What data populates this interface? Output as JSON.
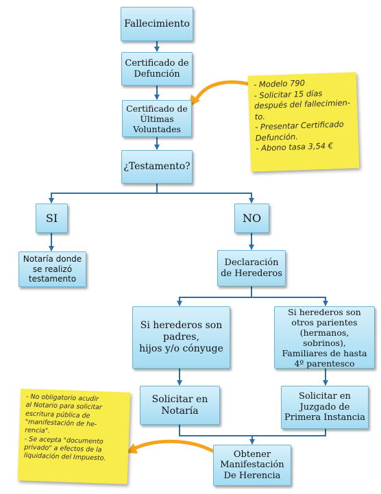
{
  "colors": {
    "connector": "#2a6fa8",
    "box_top": "#d6f0fb",
    "box_bottom": "#a4dbf2",
    "note": "#f8ec4a",
    "callout_arrow": "#f5a21c"
  },
  "nodes": {
    "fallecimiento": "Fallecimiento",
    "certificado_defuncion": "Certificado de\nDefunción",
    "certificado_ultimas_voluntades": "Certificado de\nÚltimas\nVoluntades",
    "testamento": "¿Testamento?",
    "si": "SI",
    "no": "NO",
    "notaria_testamento": "Notaría donde\nse realizó\ntestamento",
    "declaracion_herederos": "Declaración\nde Herederos",
    "herederos_padres": "Si herederos son\npadres,\nhijos y/o cónyuge",
    "herederos_otros": "Si herederos son\notros parientes\n(hermanos, sobrinos),\nFamiliares de hasta\n4º parentesco",
    "solicitar_notaria": "Solicitar en\nNotaría",
    "solicitar_juzgado": "Solicitar en\nJuzgado de\nPrimera Instancia",
    "obtener_manifestacion": "Obtener\nManifestación\nDe Herencia"
  },
  "notes": {
    "top": [
      "- Modelo 790",
      "- Solicitar 15 días\ndespués del fallecimien-\nto.",
      "- Presentar Certificado\nDefunción.",
      "- Abono tasa 3,54 €"
    ],
    "bottom": [
      "- No obligatorio acudir\nal Notario para solicitar\nescritura pública de\n\"manifestación de he-\nrencia\".",
      "- Se acepta \"documento\nprivado\" a efectos de la\nliquidación del Impuesto."
    ]
  }
}
